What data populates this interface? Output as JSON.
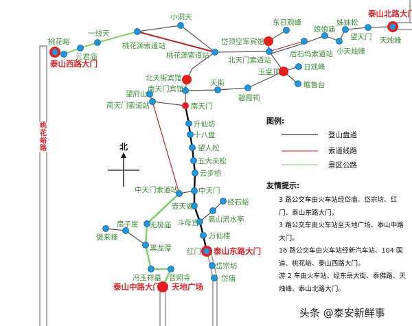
{
  "colors": {
    "trail": "#555555",
    "cableway": "#b22222",
    "scenic_road": "#7ccf6b",
    "station": "#2196d9",
    "gate": "#e41f1f",
    "label": "#3f8a3a"
  },
  "north_label": "北",
  "road_label": "桃花峪路",
  "gates": [
    "泰山西路大门",
    "泰山北路大门",
    "泰山东路大门",
    "泰山中路大门",
    "天地广场"
  ],
  "places": [
    "桃花峪",
    "元君庙",
    "一线天",
    "桃花源索道站",
    "小洞天",
    "桃花源索道站",
    "岱顶空军宾馆",
    "东日观峰",
    "北天门索道站",
    "后石坞索道站",
    "娘娘庙",
    "小天烛峰",
    "姊妹松",
    "望天门",
    "天烛峰",
    "玉皇顶",
    "日观峰",
    "瞻鲁台",
    "碧霞祠",
    "天街",
    "北天街宾馆",
    "南天门宾馆",
    "望府山",
    "南天门索道站",
    "南天门",
    "升仙坊",
    "十八盘",
    "望人松",
    "五大夫松",
    "云步桥",
    "中天门",
    "中天门索道站",
    "壶天阁",
    "经石峪",
    "高山流水亭",
    "斗母宫",
    "万仙楼",
    "红门",
    "岱宗坊",
    "岱庙",
    "无极庙",
    "扇子崖",
    "傲来峰",
    "黑龙潭",
    "冯玉祥墓",
    "普照寺"
  ],
  "legend": {
    "title": "图例:",
    "items": [
      "登山盘道",
      "索道线路",
      "景区公路"
    ]
  },
  "tips": {
    "title": "友情提示:",
    "lines": [
      "3 路公交车由火车站经岱庙、岱宗坊、红门、泰山东路大门。",
      "3 路公交车由火车站至天地广场、泰山中路大门。",
      "16 路公交车由火车站经新汽车站、104 国道、桃花峪、泰山西路大门。",
      "游 2 车由火车站、经东岳大街、泰佛路、天烛峰、泰山北路大门。"
    ]
  },
  "watermark": "头条 @泰安新鲜事"
}
